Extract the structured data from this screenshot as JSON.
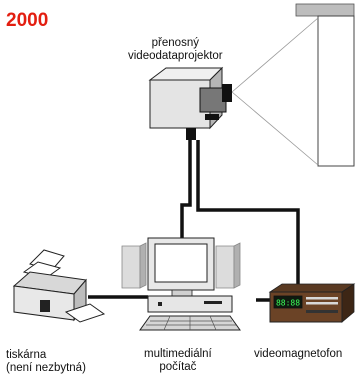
{
  "year": "2000",
  "colors": {
    "accent": "#e31e10",
    "cable": "#111111",
    "device": "#d9d9d9",
    "outline": "#222222"
  },
  "labels": {
    "projector": "přenosný\nvideodataprojektor",
    "printer": "tiskárna\n(není nezbytná)",
    "computer": "multimediální\npočítač",
    "vcr": "videomagnetofon",
    "vcr_display": "88:88"
  },
  "icons": [
    "screen-icon",
    "projector-icon",
    "printer-icon",
    "computer-icon",
    "speaker-icon",
    "keyboard-icon",
    "vcr-icon"
  ]
}
